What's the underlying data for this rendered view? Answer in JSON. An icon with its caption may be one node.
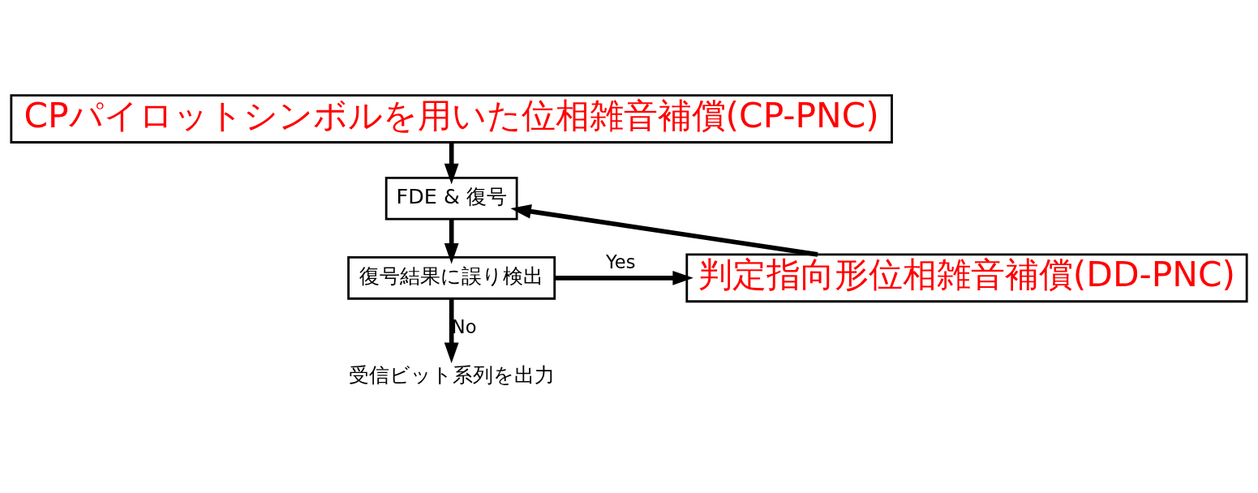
{
  "diagram": {
    "nodes": [
      {
        "text": [
          "CPパイロットシンボルを用いた位相雑音補償(CP-PNC)"
        ]
      },
      {
        "text": [
          "FDE & 復号"
        ]
      },
      {
        "text": [
          "復号結果に誤り検出"
        ]
      },
      {
        "text": [
          "判定指向形位相雑音補償(DD-PNC)"
        ]
      },
      {
        "text": [
          "受信ビット系列を出力"
        ]
      }
    ],
    "edges": [
      {
        "from": 0,
        "to": 1,
        "arrow": "to"
      },
      {
        "from": 1,
        "to": 2,
        "arrow": "to"
      },
      {
        "from": 2,
        "to": 3,
        "arrow": "to",
        "label": "Yes"
      },
      {
        "from": 3,
        "to": 1,
        "arrow": "to"
      },
      {
        "from": 2,
        "to": 4,
        "arrow": "to",
        "label": "No"
      }
    ]
  }
}
